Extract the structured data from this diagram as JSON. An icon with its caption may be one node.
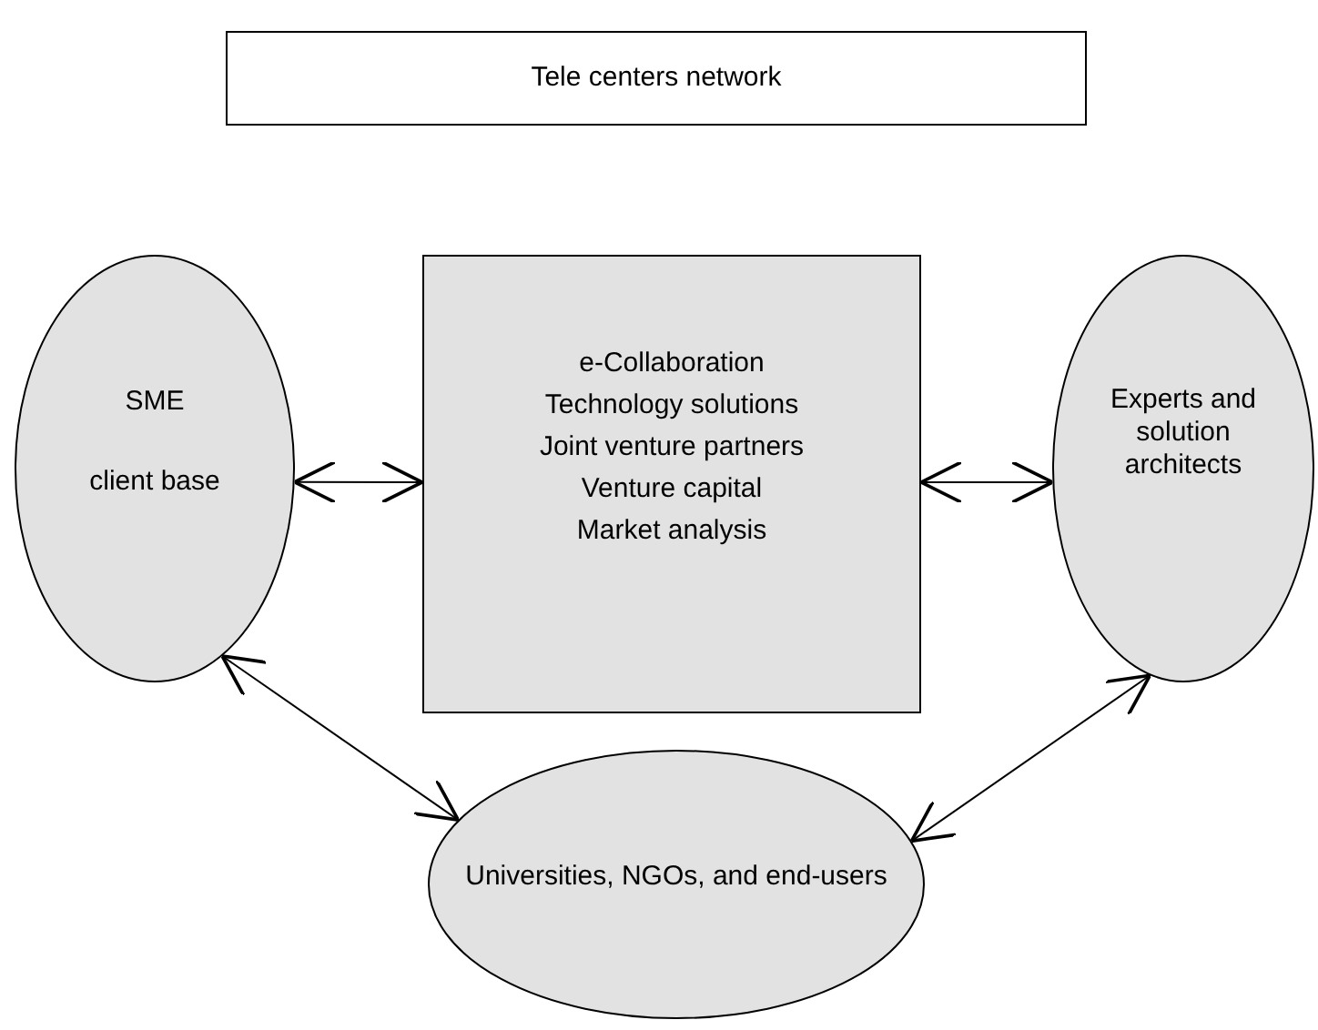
{
  "diagram": {
    "nodes": [
      {
        "text": [
          "Tele centers network"
        ]
      },
      {
        "text": [
          "SME",
          "client base"
        ]
      },
      {
        "text": [
          "e-Collaboration",
          "Technology solutions",
          "Joint venture partners",
          "Venture capital",
          "Market analysis"
        ]
      },
      {
        "text": [
          "Experts and solution architects"
        ]
      },
      {
        "text": [
          "Universities, NGOs, and end-users"
        ]
      }
    ],
    "edges": [
      {
        "from": 1,
        "to": 2,
        "arrow": "both"
      },
      {
        "from": 2,
        "to": 3,
        "arrow": "both"
      },
      {
        "from": 1,
        "to": 4,
        "arrow": "both"
      },
      {
        "from": 4,
        "to": 3,
        "arrow": "both"
      }
    ]
  }
}
